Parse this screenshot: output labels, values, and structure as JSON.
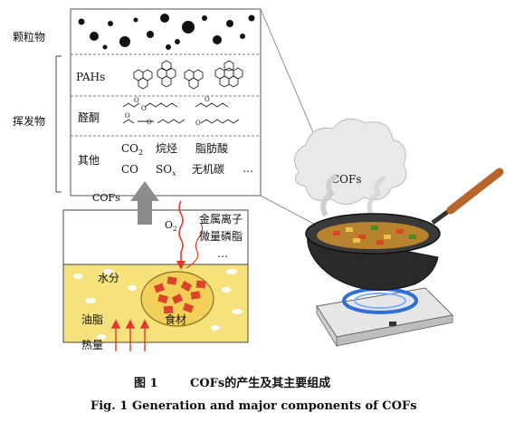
{
  "panel": {
    "particles_label": "颗粒物",
    "volatiles_label": "挥发物",
    "pahs_label": "PAHs",
    "aldehydes_label": "醛酮",
    "others_label": "其他",
    "others_items": [
      "CO",
      "烷烃",
      "脂肪酸",
      "CO",
      "SO",
      "无机碳",
      "…"
    ],
    "co2_sub": "2",
    "sox_sub": "x"
  },
  "pot": {
    "cofs_out_label": "COFs",
    "o2_label": "O",
    "o2_sub": "2",
    "metal_ions": "金属离子",
    "phospholipids": "微量磷脂",
    "ellipsis": "…",
    "water_label": "水分",
    "food_label": "食材",
    "oil_label": "油脂",
    "heat_label": "热量"
  },
  "cloud": {
    "label": "COFs"
  },
  "caption": {
    "cn_fig": "图 1",
    "cn_title": "COFs的产生及其主要组成",
    "en_fig": "Fig. 1",
    "en_title": "Generation and major components of COFs"
  },
  "colors": {
    "oil": "#f6e27a",
    "food": "#d9442a",
    "arrow_red": "#e23a2a",
    "flame": "#2f6fd6",
    "handle": "#b8652c",
    "grey_arrow": "#8c8c8c"
  }
}
